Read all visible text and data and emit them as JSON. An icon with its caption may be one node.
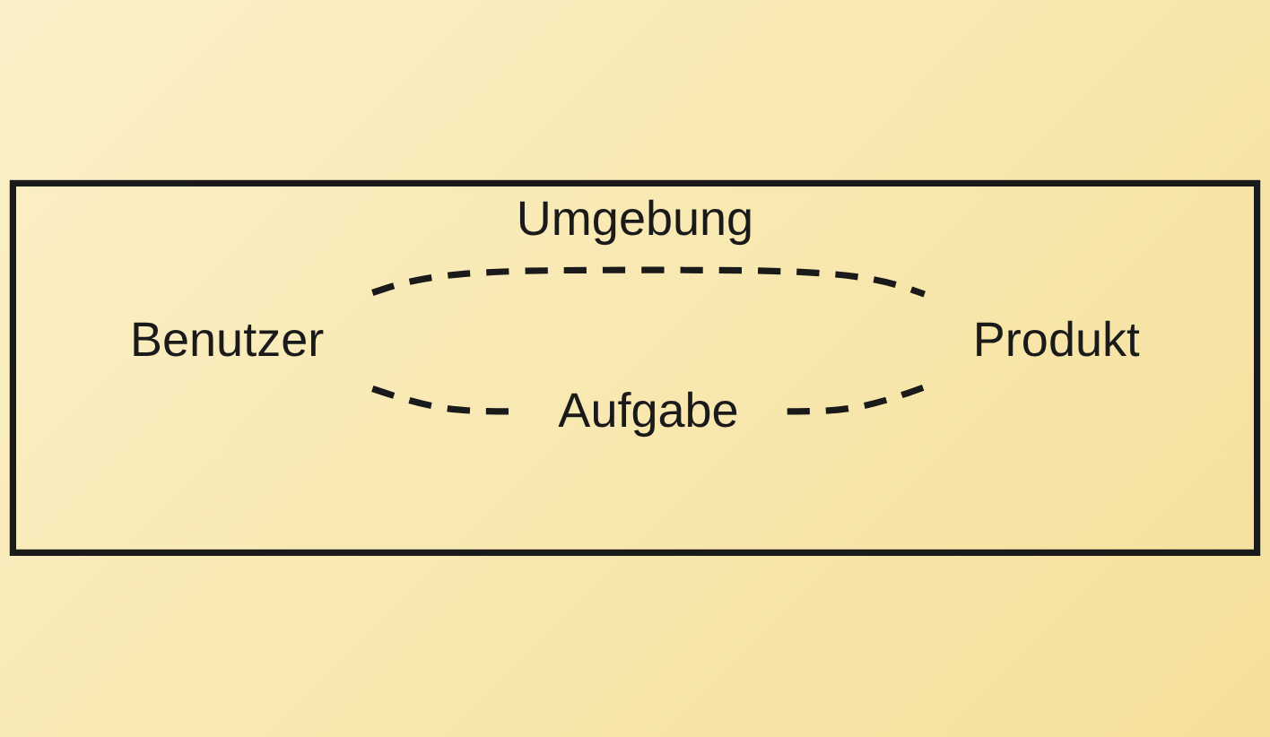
{
  "diagram": {
    "nodes": [
      {
        "text": [
          "Umgebung"
        ]
      },
      {
        "text": [
          "Benutzer"
        ],
        "in": 0
      },
      {
        "text": [
          "Aufgabe"
        ],
        "in": 0
      },
      {
        "text": [
          "Produkt"
        ],
        "in": 0
      }
    ],
    "edges": [
      {
        "from": 1,
        "to": 2,
        "arrow": "none",
        "style": "dashed"
      },
      {
        "from": 1,
        "to": 3,
        "arrow": "none",
        "style": "dashed"
      },
      {
        "from": 2,
        "to": 3,
        "arrow": "none",
        "style": "dashed"
      }
    ]
  }
}
